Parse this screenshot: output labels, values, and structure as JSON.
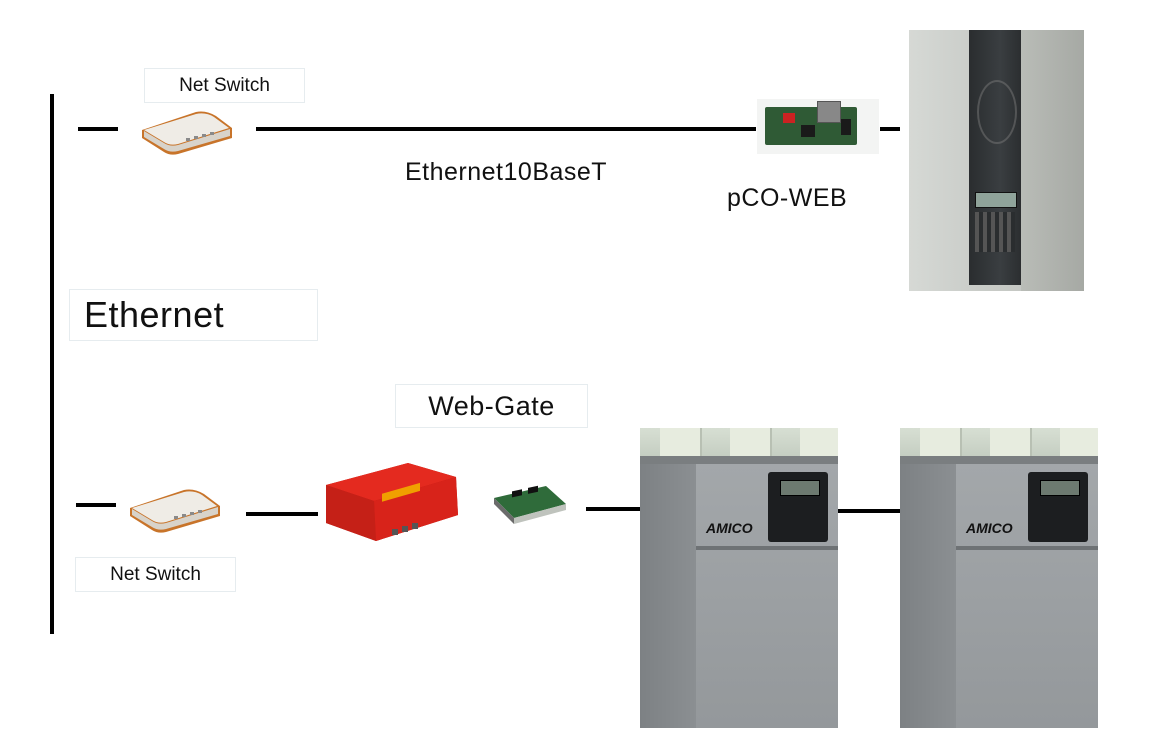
{
  "labels": {
    "net_switch_top": "Net Switch",
    "ethernet_link": "Ethernet10BaseT",
    "pco_web": "pCO-WEB",
    "ethernet": "Ethernet",
    "web_gate": "Web-Gate",
    "net_switch_bottom": "Net Switch",
    "amico_logo_1": "AMICO",
    "amico_logo_2": "AMICO"
  },
  "colors": {
    "line": "#000000",
    "webgate_red": "#d8231a",
    "switch_body": "#e8e4dc",
    "switch_edge": "#c8742a"
  },
  "icons": [
    "net-switch-icon",
    "pco-web-card-icon",
    "web-gate-box-icon",
    "serial-card-icon",
    "hvac-cabinet-icon"
  ]
}
